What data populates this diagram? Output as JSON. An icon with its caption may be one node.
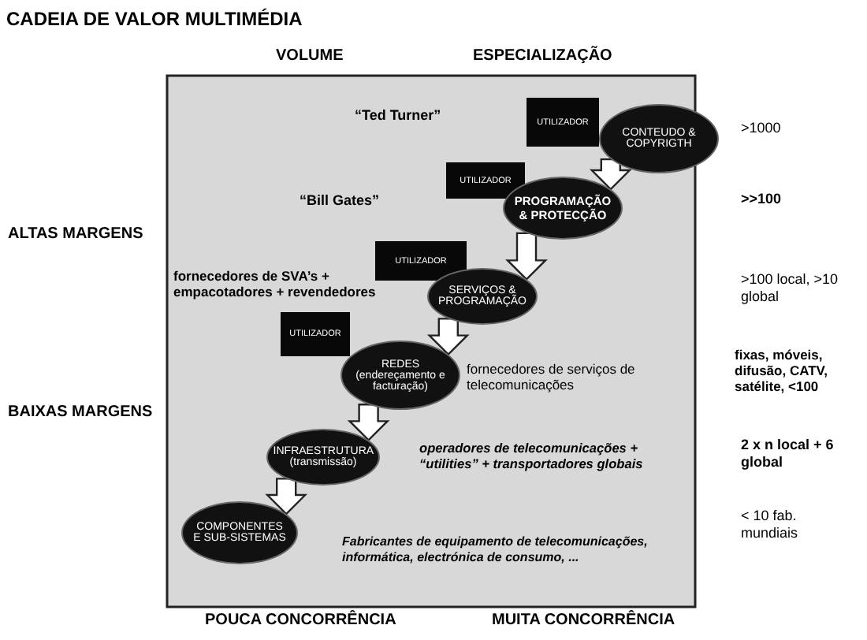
{
  "diagram": {
    "title": "CADEIA DE VALOR MULTIMÉDIA",
    "nodes": [
      {
        "text": [
          "UTILIZADOR"
        ]
      },
      {
        "text": [
          "CONTEUDO & COPYRIGTH"
        ]
      },
      {
        "text": [
          "UTILIZADOR"
        ]
      },
      {
        "text": [
          "PROGRAMAÇÃO & PROTECÇÃO"
        ]
      },
      {
        "text": [
          "UTILIZADOR"
        ]
      },
      {
        "text": [
          "SERVIÇOS & PROGRAMAÇÃO"
        ]
      },
      {
        "text": [
          "UTILIZADOR"
        ]
      },
      {
        "text": [
          "REDES (endereçamento e facturação)"
        ]
      },
      {
        "text": [
          "INFRAESTRUTURA (transmissão)"
        ]
      },
      {
        "text": [
          "COMPONENTES E SUB-SISTEMAS"
        ]
      }
    ],
    "edges": [
      {
        "from": 1,
        "to": 3,
        "arrow": "to"
      },
      {
        "from": 3,
        "to": 5,
        "arrow": "to"
      },
      {
        "from": 5,
        "to": 7,
        "arrow": "to"
      },
      {
        "from": 7,
        "to": 8,
        "arrow": "to"
      },
      {
        "from": 8,
        "to": 9,
        "arrow": "to"
      }
    ],
    "labels": [
      "VOLUME",
      "ESPECIALIZAÇÃO",
      "“Ted Turner”",
      ">1000",
      "“Bill Gates”",
      ">>100",
      "ALTAS MARGENS",
      "fornecedores de SVA’s + empacotadores + revendedores",
      ">100 local, >10 global",
      "fornecedores de serviços de telecomunicações",
      "fixas, móveis, difusão, CATV, satélite, <100",
      "BAIXAS MARGENS",
      "operadores de telecomunicações + “utilities” + transportadores globais",
      "2 x n local + 6 global",
      "Fabricantes de equipamento de telecomunicações, informática, electrónica de consumo, ...",
      "< 10 fab. mundiais",
      "POUCA CONCORRÊNCIA",
      "MUITA CONCORRÊNCIA"
    ]
  }
}
